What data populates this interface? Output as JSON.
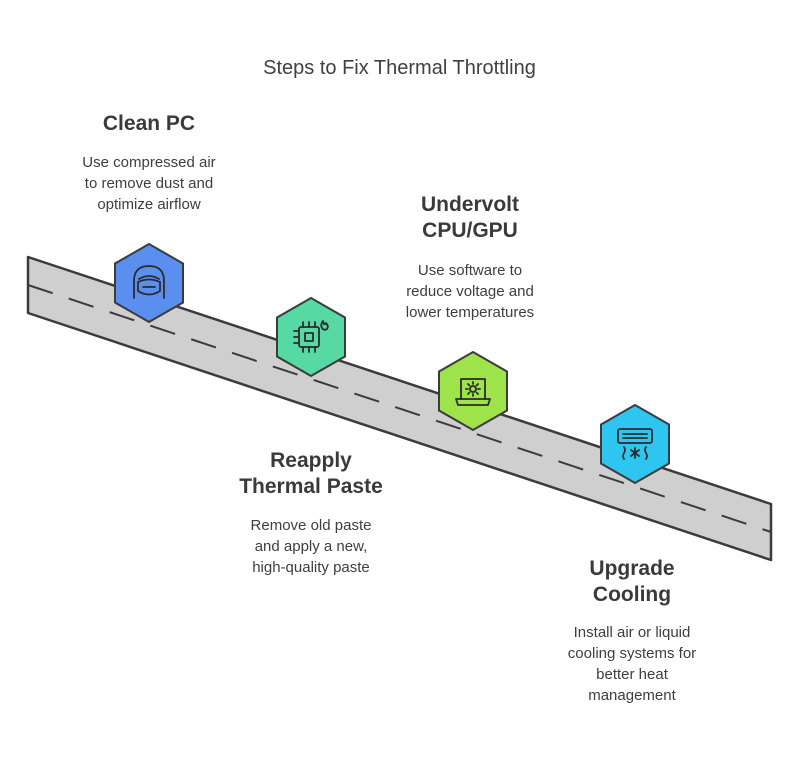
{
  "title": "Steps to Fix Thermal Throttling",
  "steps": [
    {
      "title_lines": [
        "Clean PC"
      ],
      "desc_lines": [
        "Use compressed air",
        "to remove dust and",
        "optimize airflow"
      ],
      "icon": "mask-icon",
      "color": "#5a8ff0"
    },
    {
      "title_lines": [
        "Reapply",
        "Thermal Paste"
      ],
      "desc_lines": [
        "Remove old paste",
        "and apply a new,",
        "high-quality paste"
      ],
      "icon": "chip-icon",
      "color": "#57d9a3"
    },
    {
      "title_lines": [
        "Undervolt",
        "CPU/GPU"
      ],
      "desc_lines": [
        "Use software to",
        "reduce voltage and",
        "lower temperatures"
      ],
      "icon": "laptop-gear-icon",
      "color": "#9fe34a"
    },
    {
      "title_lines": [
        "Upgrade",
        "Cooling"
      ],
      "desc_lines": [
        "Install air or liquid",
        "cooling systems for",
        "better heat",
        "management"
      ],
      "icon": "air-conditioner-icon",
      "color": "#2ec6f0"
    }
  ]
}
